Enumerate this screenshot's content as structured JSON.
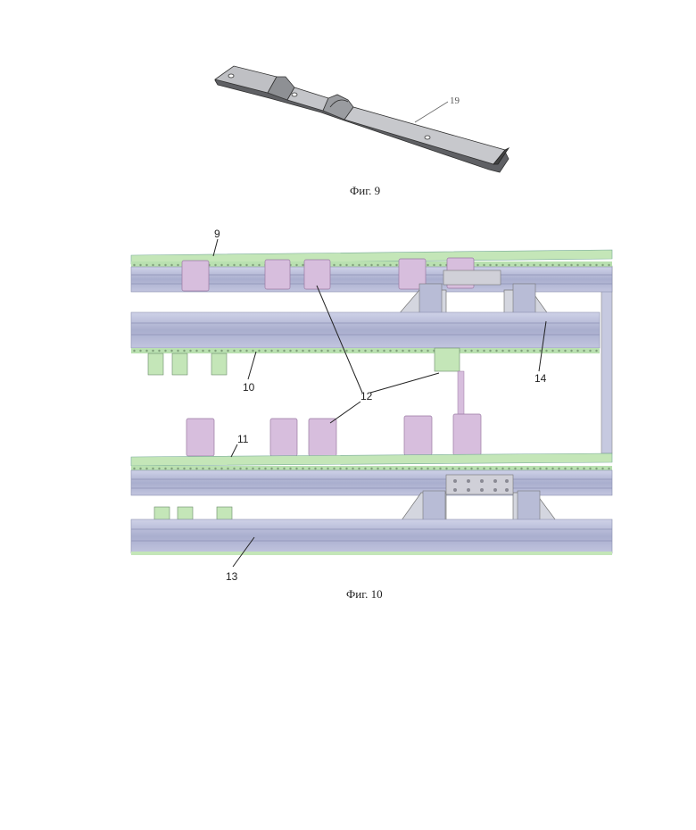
{
  "figure9": {
    "caption": "Фиг. 9",
    "labels": {
      "part": "19"
    }
  },
  "figure10": {
    "caption": "Фиг. 10",
    "labels": {
      "rail_top": "9",
      "rail_upper_lower": "10",
      "rail_middle": "11",
      "blocks": "12",
      "rail_bottom": "13",
      "bracket": "14"
    }
  },
  "colors": {
    "green_strip": "#b9e0b0",
    "profile": "#b4b8d6",
    "pink_block": "#d7bedd",
    "bracket": "#d0d0d8"
  }
}
